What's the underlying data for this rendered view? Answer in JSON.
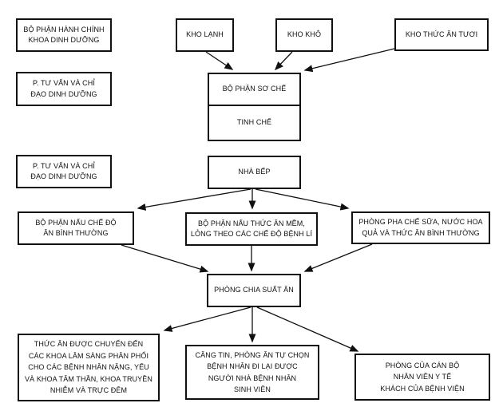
{
  "diagram": {
    "type": "flowchart",
    "language": "vi",
    "background_color": "#ffffff",
    "line_color": "#111111",
    "text_color": "#111111"
  },
  "nodes": {
    "hanh_chinh": {
      "lines": [
        "BỘ PHẬN HÀNH CHÍNH",
        "KHOA DINH DƯỠNG"
      ]
    },
    "kho_lanh": {
      "lines": [
        "KHO LẠNH"
      ]
    },
    "kho_kho": {
      "lines": [
        "KHO KHÔ"
      ]
    },
    "kho_tuoi": {
      "lines": [
        "KHO THỨC ĂN TƯƠI"
      ]
    },
    "tu_van_1": {
      "lines": [
        "P. TƯ VẤN VÀ CHỈ",
        "ĐẠO DINH DƯỠNG"
      ]
    },
    "so_che": {
      "lines": [
        "BỘ PHẬN SƠ CHẾ"
      ]
    },
    "tinh_che": {
      "lines": [
        "TINH CHẾ"
      ]
    },
    "tu_van_2": {
      "lines": [
        "P. TƯ VẤN VÀ CHỈ",
        "ĐẠO DINH DƯỠNG"
      ]
    },
    "nha_bep": {
      "lines": [
        "NHÀ BẾP"
      ]
    },
    "nau_thuong": {
      "lines": [
        "BỘ PHẬN NẤU CHẾ ĐỘ",
        "ĂN BÌNH THƯỜNG"
      ]
    },
    "nau_mem": {
      "lines": [
        "BỘ PHẬN NẤU THỨC ĂN MỀM,",
        "LỎNG THEO CÁC CHẾ ĐỘ BỆNH LÍ"
      ]
    },
    "pha_che": {
      "lines": [
        "PHÒNG PHA CHẾ SỮA, NƯỚC HOA",
        "QUẢ VÀ THỨC ĂN BÌNH THƯỜNG"
      ]
    },
    "chia_suat": {
      "lines": [
        "PHÒNG CHIA SUẤT ĂN"
      ]
    },
    "chuyen_den": {
      "lines": [
        "THỨC ĂN ĐƯỢC CHUYỂN ĐẾN",
        "CÁC KHOA LÂM SÀNG PHÂN PHỐI",
        "CHO CÁC BỆNH NHÂN NẶNG, YẾU",
        "VÀ KHOA TÂM THẦN, KHOA TRUYỀN",
        "NHIỄM VÀ TRỰC ĐÊM"
      ]
    },
    "cang_tin": {
      "lines": [
        "CĂNG TIN, PHÒNG ĂN TỰ CHỌN",
        "BỆNH NHÂN ĐI LẠI ĐƯỢC",
        "NGƯỜI NHÀ BỆNH NHÂN",
        "SINH VIÊN"
      ]
    },
    "phong_can_bo": {
      "lines": [
        "PHÒNG CỦA CÁN BỘ",
        "NHÂN VIÊN Y TẾ",
        "KHÁCH CỦA BỆNH VIỆN"
      ]
    }
  },
  "edges": [
    {
      "from": "kho_lanh",
      "to": "so_che"
    },
    {
      "from": "kho_kho",
      "to": "so_che"
    },
    {
      "from": "kho_tuoi",
      "to": "so_che"
    },
    {
      "from": "nha_bep",
      "to": "nau_thuong"
    },
    {
      "from": "nha_bep",
      "to": "nau_mem"
    },
    {
      "from": "nha_bep",
      "to": "pha_che"
    },
    {
      "from": "nau_thuong",
      "to": "chia_suat"
    },
    {
      "from": "nau_mem",
      "to": "chia_suat"
    },
    {
      "from": "pha_che",
      "to": "chia_suat"
    },
    {
      "from": "chia_suat",
      "to": "chuyen_den"
    },
    {
      "from": "chia_suat",
      "to": "cang_tin"
    },
    {
      "from": "chia_suat",
      "to": "phong_can_bo"
    }
  ]
}
